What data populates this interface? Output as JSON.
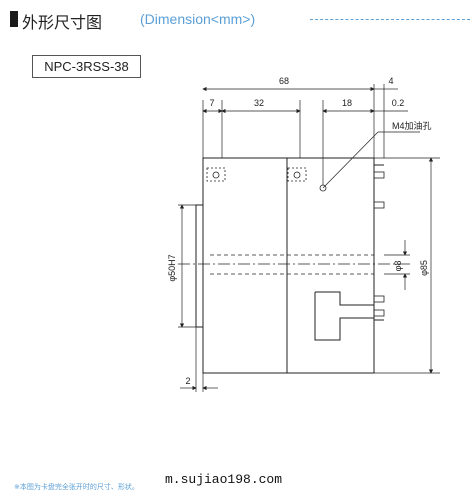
{
  "header": {
    "title": "外形尺寸图",
    "subtitle": "(Dimension<mm>)"
  },
  "model": "NPC-3RSS-38",
  "dimensions": {
    "overall_length": "68",
    "right_offset": "4",
    "left_offset": "7",
    "hole_spacing": "32",
    "port_offset": "18",
    "clearance": "0.2",
    "bore": "φ50H7",
    "shaft": "φ8",
    "outer_diameter": "φ85",
    "flange": "2"
  },
  "callout": "M4加油孔",
  "footnote": "※本图为卡盘完全张开时的尺寸、形状。",
  "watermark": "m.sujiao198.com",
  "colors": {
    "accent": "#5b9fd6",
    "line": "#222222"
  }
}
